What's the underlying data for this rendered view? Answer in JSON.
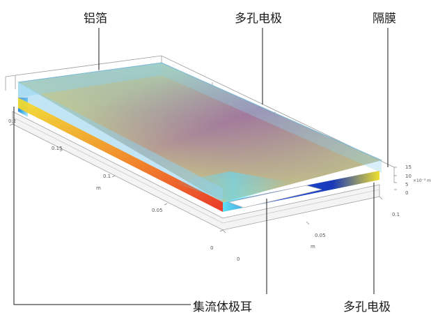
{
  "labels": {
    "foil": "铝箔",
    "porous_electrode_top": "多孔电极",
    "separator": "隔膜",
    "current_collector_tab": "集流体极耳",
    "porous_electrode_bottom": "多孔电极"
  },
  "axes": {
    "y_ticks": [
      "0.2",
      "0.15",
      "0.1",
      "0.05",
      "0"
    ],
    "y_unit": "m",
    "x_ticks": [
      "0",
      "0.05",
      "0.1"
    ],
    "x_unit": "m",
    "z_ticks": [
      "15",
      "10",
      "5",
      "0"
    ],
    "z_unit": "×10⁻³ m"
  },
  "colors": {
    "foil_layer": "#8fd0ee",
    "body_magenta": "#a0507a",
    "body_yellow": "#f0e23c",
    "edge_red": "#e8402a",
    "edge_blue": "#1840c8",
    "outline": "#888888"
  }
}
